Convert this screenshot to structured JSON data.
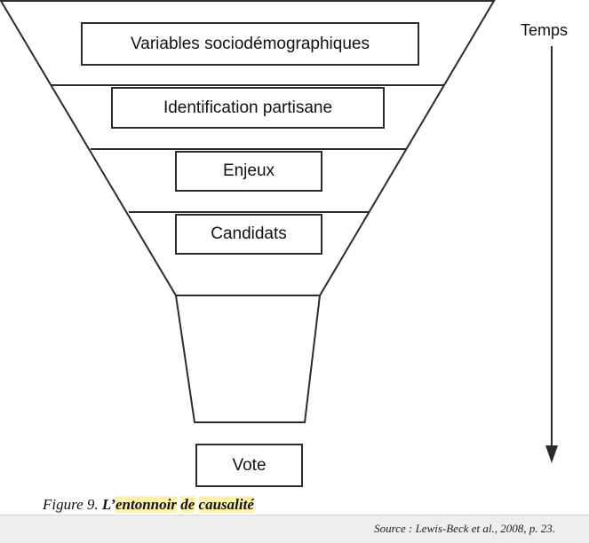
{
  "funnel": {
    "boxes": [
      {
        "label": "Variables sociodémographiques"
      },
      {
        "label": "Identification partisane"
      },
      {
        "label": "Enjeux"
      },
      {
        "label": "Candidats"
      }
    ],
    "outcome": {
      "label": "Vote"
    }
  },
  "time_axis": {
    "label": "Temps"
  },
  "caption": {
    "figure": "Figure 9.",
    "title_part1": "L’",
    "title_part2": "entonnoir",
    "title_part3": " ",
    "title_part4": "de",
    "title_part5": " ",
    "title_part6": "causalité"
  },
  "source": {
    "text": "Source : Lewis-Beck et al., 2008, p. 23."
  },
  "colors": {
    "lines": "#2b2b2b",
    "highlight": "#fff3a8",
    "caption_band": "#eeeeee"
  }
}
